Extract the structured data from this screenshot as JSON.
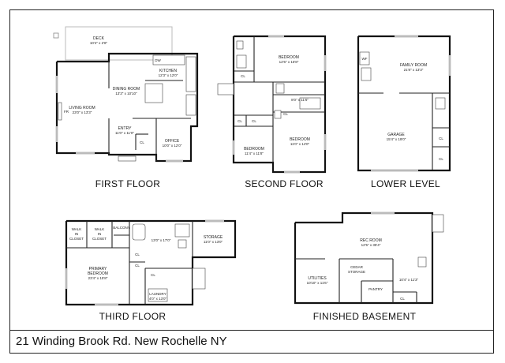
{
  "address": "21 Winding Brook Rd. New Rochelle NY",
  "floors": {
    "first": {
      "title": "FIRST FLOOR",
      "rooms": {
        "deck": {
          "name": "DECK",
          "dims": "10'4\" x 2'8\""
        },
        "kitchen": {
          "name": "KITCHEN",
          "dims": "12'3\" x 12'0\""
        },
        "dining": {
          "name": "DINING ROOM",
          "dims": "13'3\" x 10'10\""
        },
        "living": {
          "name": "LIVING ROOM",
          "dims": "23'0\" x 13'3\""
        },
        "entry": {
          "name": "ENTRY",
          "dims": "11'0\" x 11'0\""
        },
        "office": {
          "name": "OFFICE",
          "dims": "10'0\" x 12'0\""
        },
        "closet": "CL",
        "dishwasher": "DW",
        "fireplace": "FR"
      }
    },
    "second": {
      "title": "SECOND FLOOR",
      "rooms": {
        "bed1": {
          "name": "BEDROOM",
          "dims": "12'6\" x 16'8\""
        },
        "hall": {
          "dims": "8'0\" x 11'6\""
        },
        "bed2": {
          "name": "BEDROOM",
          "dims": "11'4\" x 11'8\""
        },
        "bed3": {
          "name": "BEDROOM",
          "dims": "11'0\" x 14'0\""
        },
        "closet": "CL"
      }
    },
    "lower": {
      "title": "LOWER LEVEL",
      "rooms": {
        "family": {
          "name": "FAMILY ROOM",
          "dims": "21'8\" x 13'3\""
        },
        "garage": {
          "name": "GARAGE",
          "dims": "15'4\" x 19'0\""
        },
        "fireplace": "WF",
        "closet": "CL"
      }
    },
    "third": {
      "title": "THIRD FLOOR",
      "rooms": {
        "walk1": {
          "line1": "WALK",
          "line2": "IN",
          "line3": "CLOSET"
        },
        "walk2": {
          "line1": "WALK",
          "line2": "IN",
          "line3": "CLOSET"
        },
        "balcony": "BALCONY",
        "bath": {
          "dims": "13'0\" x 17'0\""
        },
        "storage": {
          "name": "STORAGE",
          "dims": "11'0\" x 13'0\""
        },
        "primary": {
          "line1": "PRIMARY",
          "line2": "BEDROOM",
          "dims": "23'4\" x 15'8\""
        },
        "laundry": {
          "name": "LAUNDRY",
          "dims": "4'0\" x 13'0\""
        },
        "closet": "CL"
      }
    },
    "basement": {
      "title": "FINISHED BASEMENT",
      "rooms": {
        "rec": {
          "name": "REC ROOM",
          "dims": "12'5\" x 35'4\""
        },
        "utilities": {
          "name": "UTILITIES",
          "dims": "10'10\" x 11'6\""
        },
        "cedar": {
          "line1": "CEDAR",
          "line2": "STORAGE"
        },
        "room": {
          "dims": "10'4\" x 11'3\""
        },
        "pantry": "PANTRY",
        "closet": "CL"
      }
    }
  }
}
